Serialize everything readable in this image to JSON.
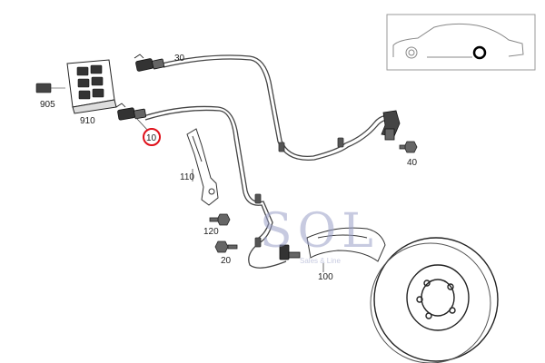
{
  "parts": [
    {
      "id": "p30",
      "label": "30"
    },
    {
      "id": "p10",
      "label": "10",
      "highlighted": true
    },
    {
      "id": "p905",
      "label": "905"
    },
    {
      "id": "p910",
      "label": "910"
    },
    {
      "id": "p110",
      "label": "110"
    },
    {
      "id": "p120",
      "label": "120"
    },
    {
      "id": "p20",
      "label": "20"
    },
    {
      "id": "p40",
      "label": "40"
    },
    {
      "id": "p100",
      "label": "100"
    }
  ],
  "watermark": {
    "text": "SOL",
    "subtext": "Sales & Line"
  },
  "colors": {
    "highlight": "#e0101a",
    "line": "#444444",
    "watermark": "#9aa0c8",
    "frame": "#999999"
  },
  "icons": [
    "car-side-icon",
    "brake-disc-icon",
    "connector-icon",
    "bolt-icon"
  ]
}
